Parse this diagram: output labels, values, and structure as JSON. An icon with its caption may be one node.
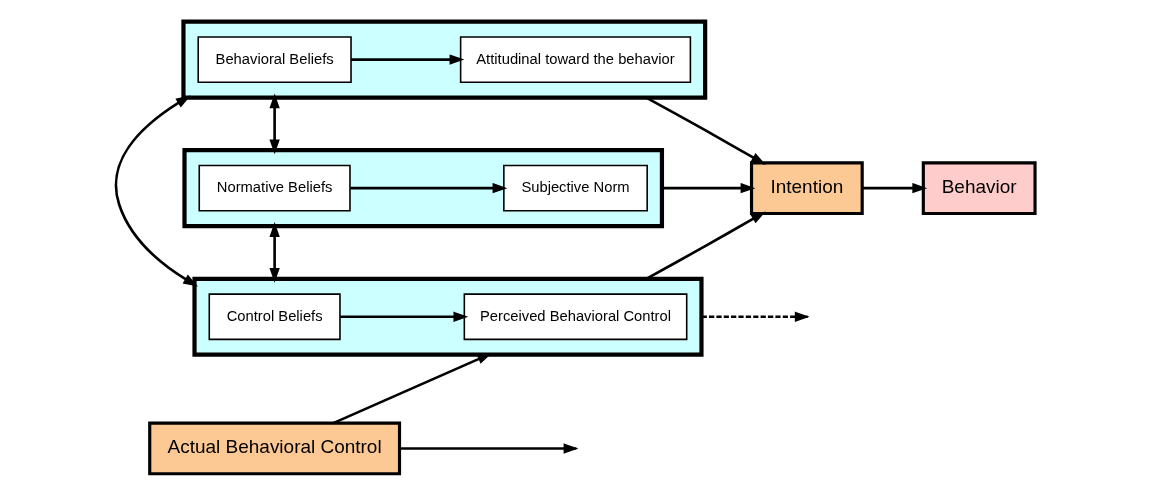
{
  "diagram": {
    "nodes": [
      {
        "text": [],
        "shape": "box"
      },
      {
        "text": [
          "Behavioral Beliefs"
        ],
        "in": 0
      },
      {
        "text": [
          "Attitudinal toward the behavior"
        ],
        "in": 0
      },
      {
        "text": [],
        "shape": "box"
      },
      {
        "text": [
          "Normative Beliefs"
        ],
        "in": 3
      },
      {
        "text": [
          "Subjective Norm"
        ],
        "in": 3
      },
      {
        "text": [],
        "shape": "box"
      },
      {
        "text": [
          "Control Beliefs"
        ],
        "in": 6
      },
      {
        "text": [
          "Perceived Behavioral Control"
        ],
        "in": 6
      },
      {
        "text": [
          "Intention"
        ]
      },
      {
        "text": [
          "Behavior"
        ]
      },
      {
        "text": [
          "Actual Behavioral Control"
        ]
      }
    ],
    "edges": [
      {
        "from": 1,
        "to": 2,
        "arrow": "to"
      },
      {
        "from": 4,
        "to": 5,
        "arrow": "to"
      },
      {
        "from": 7,
        "to": 8,
        "arrow": "to"
      },
      {
        "from": 0,
        "to": 9,
        "arrow": "to"
      },
      {
        "from": 3,
        "to": 9,
        "arrow": "to"
      },
      {
        "from": 6,
        "to": 9,
        "arrow": "to"
      },
      {
        "from": 9,
        "to": 10,
        "arrow": "to"
      },
      {
        "from": 11,
        "to": null,
        "arrow": "to"
      },
      {
        "from": 6,
        "to": null,
        "arrow": "to",
        "style": "dashed"
      },
      {
        "from": 11,
        "to": 6,
        "arrow": "to"
      },
      {
        "from": 0,
        "to": 3,
        "arrow": "both"
      },
      {
        "from": 3,
        "to": 6,
        "arrow": "both"
      },
      {
        "from": 0,
        "to": 6,
        "arrow": "both"
      }
    ]
  }
}
